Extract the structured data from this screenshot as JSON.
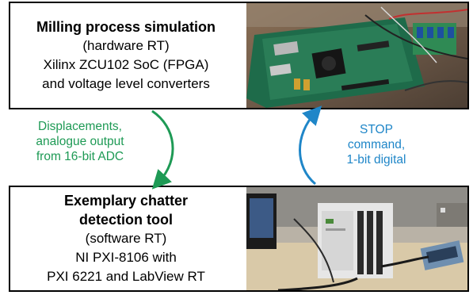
{
  "top_box": {
    "title": "Milling process simulation",
    "line1": "(hardware RT)",
    "line2": "Xilinx ZCU102 SoC (FPGA)",
    "line3": "and voltage level converters"
  },
  "bottom_box": {
    "title1": "Exemplary chatter",
    "title2": "detection tool",
    "line1": "(software RT)",
    "line2": "NI PXI-8106 with",
    "line3": "PXI 6221 and LabView RT"
  },
  "left_label": {
    "line1": "Displacements,",
    "line2": "analogue output",
    "line3": "from 16-bit ADC",
    "color": "#1e9a55"
  },
  "right_label": {
    "line1": "STOP",
    "line2": "command,",
    "line3": "1-bit digital",
    "color": "#1f86c8"
  }
}
